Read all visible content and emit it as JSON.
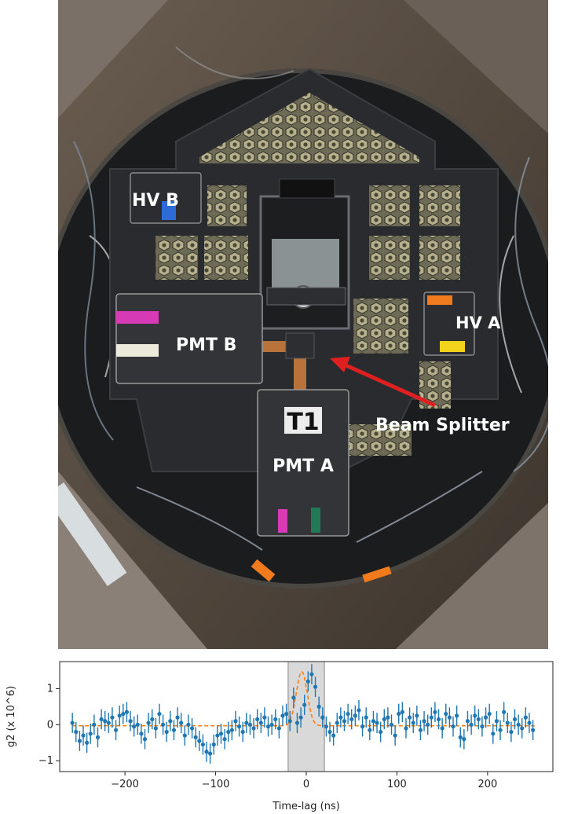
{
  "photo": {
    "labels": {
      "hv_b": "HV B",
      "hv_a": "HV A",
      "pmt_b": "PMT B",
      "pmt_a": "PMT A",
      "t1": "T1",
      "beam_splitter": "Beam Splitter"
    },
    "colors": {
      "background_frame": "#5a5046",
      "inner_dark": "#1e1f22",
      "plate": "#2a2b2e",
      "box": "#333437",
      "honeycomb": "#b7b08c",
      "arrow": "#e02020",
      "magenta_tape": "#d63ab5",
      "white_tape": "#eeeadb",
      "green_tape": "#1f7a55",
      "orange_tape": "#f07a1c",
      "yellow_tape": "#f2d21b",
      "blue_tape": "#2f6bd6",
      "copper": "#b8733a"
    }
  },
  "chart_data": {
    "type": "scatter",
    "xlabel": "Time-lag (ns)",
    "ylabel": "g2 (x 10^6)",
    "xlim": [
      -272,
      272
    ],
    "ylim": [
      -1.3,
      1.75
    ],
    "xticks": [
      -200,
      -100,
      0,
      100,
      200
    ],
    "yticks": [
      -1,
      0,
      1
    ],
    "xtick_labels": [
      "−200",
      "−100",
      "0",
      "100",
      "200"
    ],
    "ytick_labels": [
      "−1",
      "0",
      "1"
    ],
    "highlight_band": [
      -20,
      20
    ],
    "colors": {
      "points": "#1f77b4",
      "fit": "#ff7f0e",
      "band": "#d9d9d9"
    },
    "fit": {
      "baseline": -0.03,
      "peak_center": -5,
      "peak_amplitude": 1.5,
      "peak_sigma": 6
    },
    "error_bar": 0.28,
    "series": [
      {
        "values_x": [
          -258,
          -254,
          -250,
          -246,
          -242,
          -238,
          -234,
          -230,
          -226,
          -222,
          -218,
          -214,
          -210,
          -206,
          -202,
          -198,
          -194,
          -190,
          -186,
          -182,
          -178,
          -174,
          -170,
          -166,
          -162,
          -158,
          -154,
          -150,
          -146,
          -142,
          -138,
          -134,
          -130,
          -126,
          -122,
          -118,
          -114,
          -110,
          -106,
          -102,
          -98,
          -94,
          -90,
          -86,
          -82,
          -78,
          -74,
          -70,
          -66,
          -62,
          -58,
          -54,
          -50,
          -46,
          -42,
          -38,
          -34,
          -30,
          -26,
          -22,
          -18,
          -14,
          -10,
          -6,
          -2,
          2,
          6,
          10,
          14,
          18,
          22,
          26,
          30,
          34,
          38,
          42,
          46,
          50,
          54,
          58,
          62,
          66,
          70,
          74,
          78,
          82,
          86,
          90,
          94,
          98,
          102,
          106,
          110,
          114,
          118,
          122,
          126,
          130,
          134,
          138,
          142,
          146,
          150,
          154,
          158,
          162,
          166,
          170,
          174,
          178,
          182,
          186,
          190,
          194,
          198,
          202,
          206,
          210,
          214,
          218,
          222,
          226,
          230,
          234,
          238,
          242,
          246,
          250
        ],
        "values_y": [
          0.05,
          -0.2,
          -0.45,
          -0.3,
          -0.5,
          -0.25,
          0.0,
          -0.35,
          0.15,
          0.1,
          0.05,
          0.2,
          -0.15,
          0.25,
          0.3,
          0.35,
          0.1,
          -0.05,
          0.0,
          -0.25,
          -0.4,
          0.05,
          0.15,
          -0.1,
          0.3,
          0.0,
          -0.2,
          0.1,
          -0.15,
          0.2,
          0.05,
          -0.3,
          0.0,
          -0.1,
          -0.35,
          -0.45,
          -0.55,
          -0.75,
          -0.8,
          -0.55,
          -0.3,
          -0.25,
          -0.4,
          -0.2,
          -0.15,
          0.1,
          -0.05,
          -0.2,
          0.05,
          0.0,
          -0.1,
          0.15,
          0.05,
          0.2,
          -0.05,
          0.0,
          0.15,
          -0.1,
          0.25,
          0.3,
          0.1,
          0.75,
          0.05,
          0.2,
          0.55,
          1.2,
          1.4,
          1.05,
          0.5,
          0.2,
          -0.05,
          -0.2,
          -0.3,
          0.05,
          0.2,
          0.1,
          0.3,
          0.15,
          0.25,
          0.4,
          -0.05,
          0.2,
          -0.15,
          0.1,
          0.05,
          -0.2,
          0.15,
          0.2,
          0.0,
          -0.3,
          0.3,
          0.35,
          -0.1,
          0.2,
          0.05,
          0.25,
          -0.15,
          0.1,
          0.0,
          0.2,
          0.35,
          0.15,
          -0.1,
          0.3,
          0.2,
          -0.05,
          0.25,
          -0.35,
          -0.4,
          0.1,
          0.0,
          0.25,
          0.15,
          -0.05,
          0.2,
          0.3,
          -0.25,
          0.1,
          -0.15,
          0.35,
          0.05,
          -0.2,
          0.15,
          0.0,
          -0.1,
          0.2,
          0.05,
          -0.15
        ]
      }
    ]
  }
}
